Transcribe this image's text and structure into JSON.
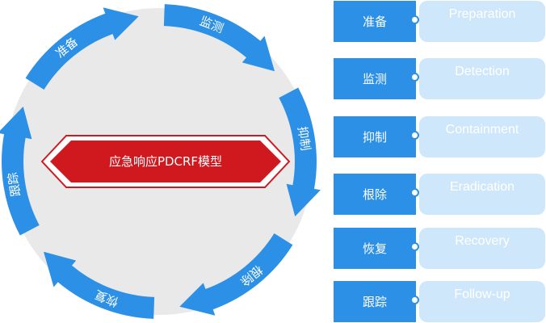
{
  "diagram": {
    "center_label": "应急响应PDCRF模型",
    "cycle_stages": [
      "准备",
      "监测",
      "抑制",
      "根除",
      "恢复",
      "跟踪"
    ],
    "phases": [
      {
        "cn": "准备",
        "en": "Preparation"
      },
      {
        "cn": "监测",
        "en": "Detection"
      },
      {
        "cn": "抑制",
        "en": "Containment"
      },
      {
        "cn": "根除",
        "en": "Eradication"
      },
      {
        "cn": "恢复",
        "en": "Recovery"
      },
      {
        "cn": "跟踪",
        "en": "Follow-up"
      }
    ]
  },
  "colors": {
    "arrow_blue": "#2b90e6",
    "circle_gray": "#e9e9e9",
    "banner_red": "#d0181f",
    "label_light": "#cfe7fb"
  }
}
